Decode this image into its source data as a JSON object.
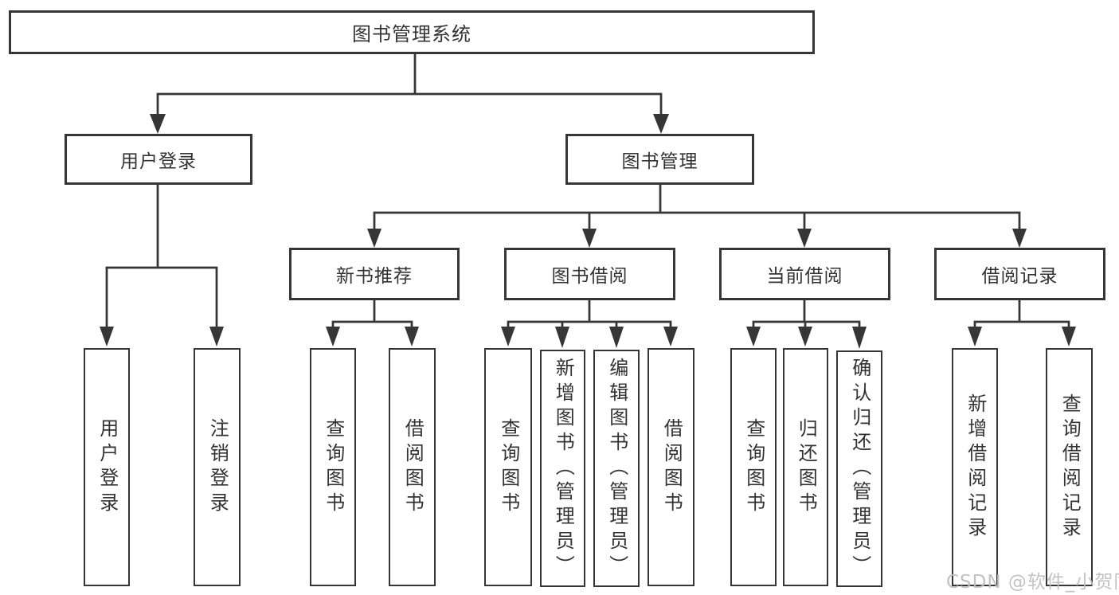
{
  "diagram": {
    "root": {
      "label": "图书管理系统"
    },
    "level2": [
      {
        "label": "用户登录"
      },
      {
        "label": "图书管理"
      }
    ],
    "level3": [
      {
        "label": "新书推荐"
      },
      {
        "label": "图书借阅"
      },
      {
        "label": "当前借阅"
      },
      {
        "label": "借阅记录"
      }
    ],
    "leaves": [
      {
        "label": "用户登录",
        "parent": "用户登录"
      },
      {
        "label": "注销登录",
        "parent": "用户登录"
      },
      {
        "label": "查询图书",
        "parent": "新书推荐"
      },
      {
        "label": "借阅图书",
        "parent": "新书推荐"
      },
      {
        "label": "查询图书",
        "parent": "图书借阅"
      },
      {
        "label": "新增图书（管理员）",
        "parent": "图书借阅"
      },
      {
        "label": "编辑图书（管理员）",
        "parent": "图书借阅"
      },
      {
        "label": "借阅图书",
        "parent": "图书借阅"
      },
      {
        "label": "查询图书",
        "parent": "当前借阅"
      },
      {
        "label": "归还图书",
        "parent": "当前借阅"
      },
      {
        "label": "确认归还（管理员）",
        "parent": "当前借阅"
      },
      {
        "label": "新增借阅记录",
        "parent": "借阅记录"
      },
      {
        "label": "查询借阅记录",
        "parent": "借阅记录"
      }
    ]
  },
  "watermark": {
    "text": "CSDN @软件_小贺同学"
  },
  "colors": {
    "line": "#363636",
    "text": "#333333",
    "box_background": "#ffffff",
    "page_background": "#ffffff",
    "watermark": "#bdbdbd"
  }
}
